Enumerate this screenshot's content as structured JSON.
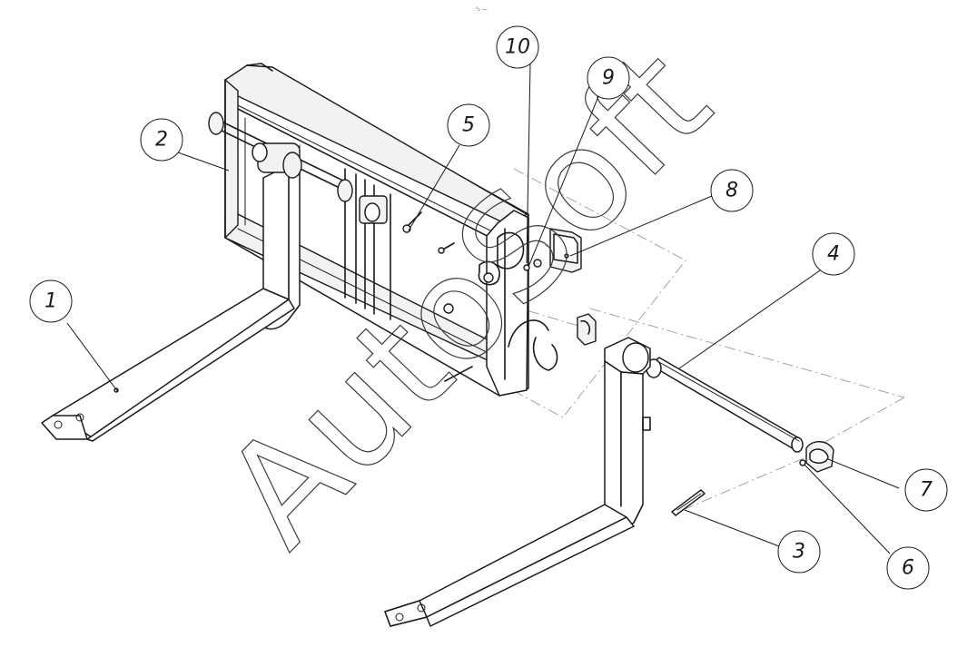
{
  "drawing": {
    "corner_mark": "⁵₂ —"
  },
  "watermark": {
    "text": "AutoSoft"
  },
  "callouts": [
    {
      "id": "1",
      "label": "1"
    },
    {
      "id": "2",
      "label": "2"
    },
    {
      "id": "3",
      "label": "3"
    },
    {
      "id": "4",
      "label": "4"
    },
    {
      "id": "5",
      "label": "5"
    },
    {
      "id": "6",
      "label": "6"
    },
    {
      "id": "7",
      "label": "7"
    },
    {
      "id": "8",
      "label": "8"
    },
    {
      "id": "9",
      "label": "9"
    },
    {
      "id": "10",
      "label": "10"
    }
  ]
}
